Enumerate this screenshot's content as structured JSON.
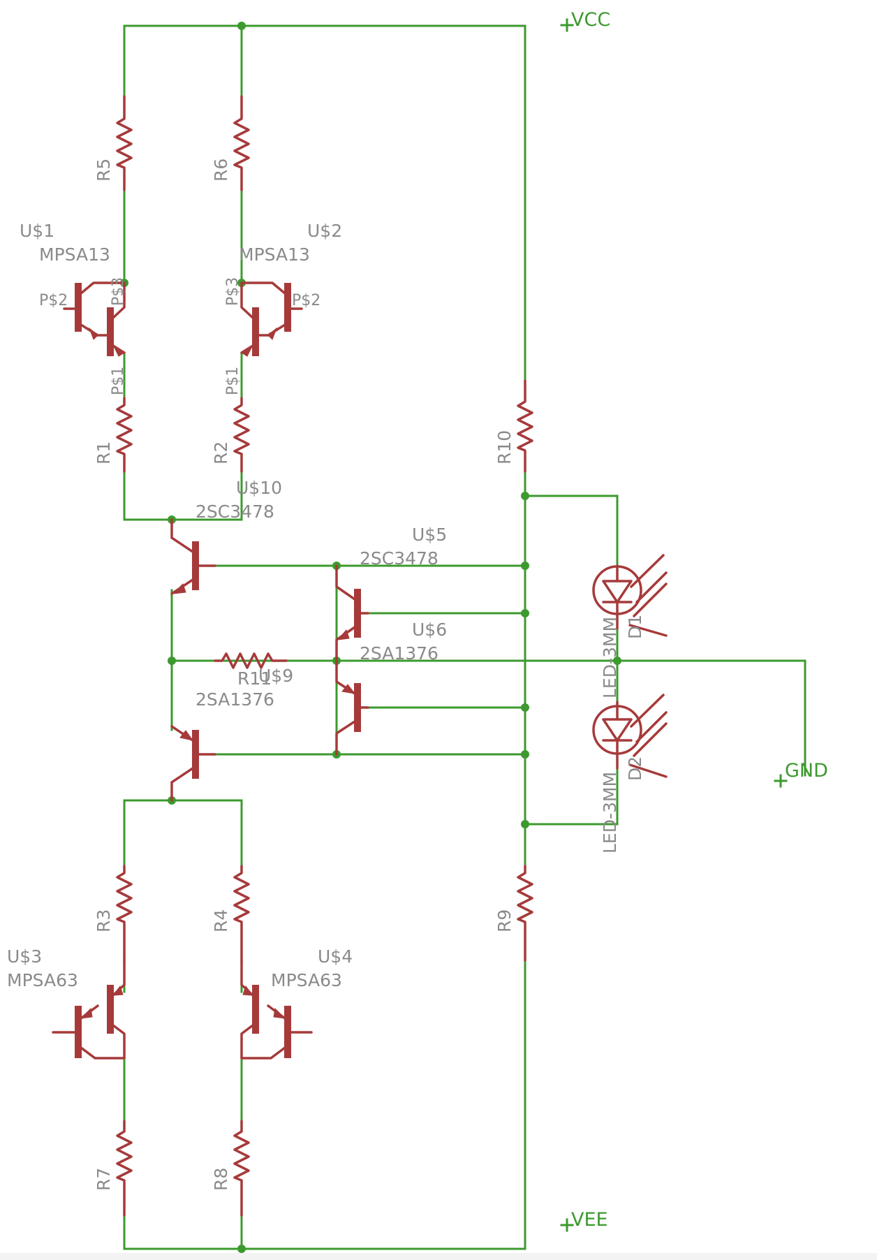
{
  "nets": {
    "vcc": "VCC",
    "vee": "VEE",
    "gnd": "GND"
  },
  "resistors": {
    "r1": "R1",
    "r2": "R2",
    "r3": "R3",
    "r4": "R4",
    "r5": "R5",
    "r6": "R6",
    "r7": "R7",
    "r8": "R8",
    "r9": "R9",
    "r10": "R10",
    "r11_overlap": "R11"
  },
  "transistors": {
    "u1": {
      "name": "U$1",
      "value": "MPSA13"
    },
    "u2": {
      "name": "U$2",
      "value": "MPSA13"
    },
    "u3": {
      "name": "U$3",
      "value": "MPSA63"
    },
    "u4": {
      "name": "U$4",
      "value": "MPSA63"
    },
    "u5": {
      "name": "U$5",
      "value": "2SC3478"
    },
    "u6": {
      "name": "U$6",
      "value": "2SA1376"
    },
    "u9": {
      "name": "U$9",
      "value": "2SA1376"
    },
    "u10": {
      "name": "U$10",
      "value": "2SC3478"
    }
  },
  "pins": {
    "p1": "P$1",
    "p2": "P$2",
    "p3": "P$3"
  },
  "leds": {
    "d1": {
      "name": "D1",
      "value": "LED-3MM"
    },
    "d2": {
      "name": "D2",
      "value": "LED-3MM"
    }
  }
}
